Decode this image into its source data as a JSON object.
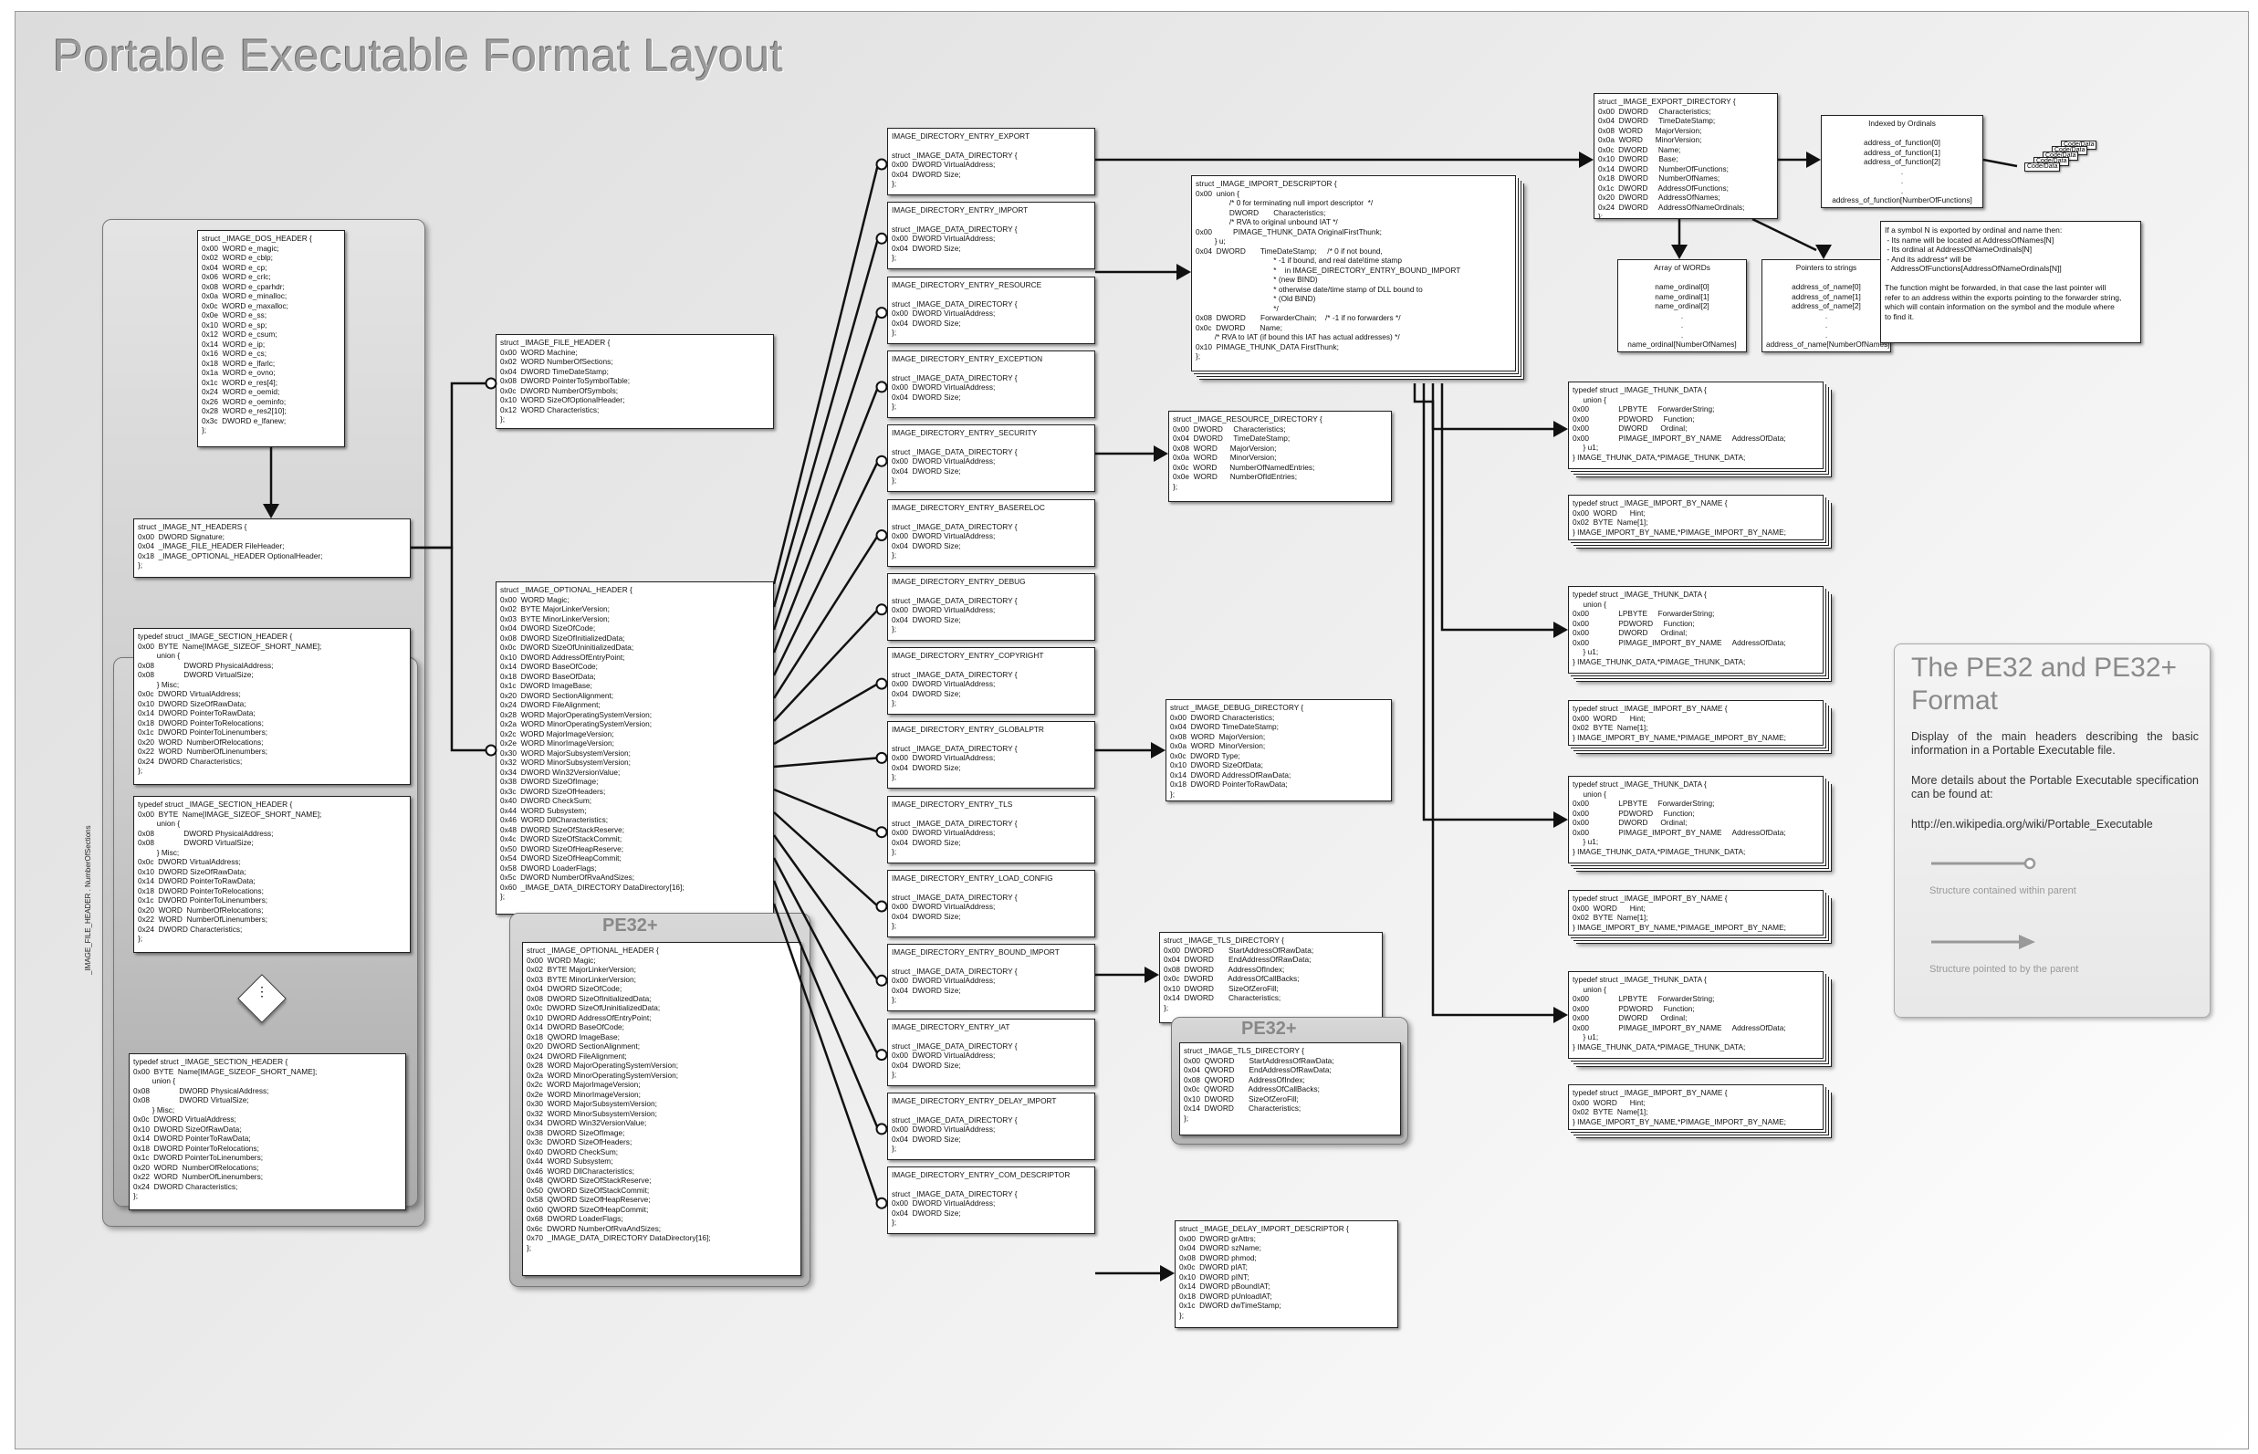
{
  "title": "Portable Executable Format Layout",
  "labels": {
    "pe32plus": "PE32+",
    "section_count": "_IMAGE_FILE_HEADER . NumberOfSections",
    "ellipsis": "⋮"
  },
  "legend": {
    "title": "The PE32 and PE32+\nFormat",
    "p1": "Display of the main headers describing the basic information in a Portable Executable file.",
    "p2": "More details about the Portable Executable specification can be found at:",
    "url": "http://en.wikipedia.org/wiki/Portable_Executable",
    "contained": "Structure contained within parent",
    "pointed": "Structure pointed to by the parent"
  },
  "structs": {
    "dos_header": "struct _IMAGE_DOS_HEADER {\n0x00  WORD e_magic;\n0x02  WORD e_cblp;\n0x04  WORD e_cp;\n0x06  WORD e_crlc;\n0x08  WORD e_cparhdr;\n0x0a  WORD e_minalloc;\n0x0c  WORD e_maxalloc;\n0x0e  WORD e_ss;\n0x10  WORD e_sp;\n0x12  WORD e_csum;\n0x14  WORD e_ip;\n0x16  WORD e_cs;\n0x18  WORD e_lfarlc;\n0x1a  WORD e_ovno;\n0x1c  WORD e_res[4];\n0x24  WORD e_oemid;\n0x26  WORD e_oeminfo;\n0x28  WORD e_res2[10];\n0x3c  DWORD e_lfanew;\n};",
    "nt_headers": "struct _IMAGE_NT_HEADERS {\n0x00  DWORD Signature;\n0x04  _IMAGE_FILE_HEADER FileHeader;\n0x18  _IMAGE_OPTIONAL_HEADER OptionalHeader;\n};",
    "file_header": "struct _IMAGE_FILE_HEADER {\n0x00  WORD Machine;\n0x02  WORD NumberOfSections;\n0x04  DWORD TimeDateStamp;\n0x08  DWORD PointerToSymbolTable;\n0x0c  DWORD NumberOfSymbols;\n0x10  WORD SizeOfOptionalHeader;\n0x12  WORD Characteristics;\n};",
    "section_header": "typedef struct _IMAGE_SECTION_HEADER {\n0x00  BYTE  Name[IMAGE_SIZEOF_SHORT_NAME];\n         union {\n0x08              DWORD PhysicalAddress;\n0x08              DWORD VirtualSize;\n         } Misc;\n0x0c  DWORD VirtualAddress;\n0x10  DWORD SizeOfRawData;\n0x14  DWORD PointerToRawData;\n0x18  DWORD PointerToRelocations;\n0x1c  DWORD PointerToLinenumbers;\n0x20  WORD  NumberOfRelocations;\n0x22  WORD  NumberOfLinenumbers;\n0x24  DWORD Characteristics;\n};",
    "optional_header": "struct _IMAGE_OPTIONAL_HEADER {\n0x00  WORD Magic;\n0x02  BYTE MajorLinkerVersion;\n0x03  BYTE MinorLinkerVersion;\n0x04  DWORD SizeOfCode;\n0x08  DWORD SizeOfInitializedData;\n0x0c  DWORD SizeOfUninitializedData;\n0x10  DWORD AddressOfEntryPoint;\n0x14  DWORD BaseOfCode;\n0x18  DWORD BaseOfData;\n0x1c  DWORD ImageBase;\n0x20  DWORD SectionAlignment;\n0x24  DWORD FileAlignment;\n0x28  WORD MajorOperatingSystemVersion;\n0x2a  WORD MinorOperatingSystemVersion;\n0x2c  WORD MajorImageVersion;\n0x2e  WORD MinorImageVersion;\n0x30  WORD MajorSubsystemVersion;\n0x32  WORD MinorSubsystemVersion;\n0x34  DWORD Win32VersionValue;\n0x38  DWORD SizeOfImage;\n0x3c  DWORD SizeOfHeaders;\n0x40  DWORD CheckSum;\n0x44  WORD Subsystem;\n0x46  WORD DllCharacteristics;\n0x48  DWORD SizeOfStackReserve;\n0x4c  DWORD SizeOfStackCommit;\n0x50  DWORD SizeOfHeapReserve;\n0x54  DWORD SizeOfHeapCommit;\n0x58  DWORD LoaderFlags;\n0x5c  DWORD NumberOfRvaAndSizes;\n0x60  _IMAGE_DATA_DIRECTORY DataDirectory[16];\n};",
    "optional_header64": "struct _IMAGE_OPTIONAL_HEADER {\n0x00  WORD Magic;\n0x02  BYTE MajorLinkerVersion;\n0x03  BYTE MinorLinkerVersion;\n0x04  DWORD SizeOfCode;\n0x08  DWORD SizeOfInitializedData;\n0x0c  DWORD SizeOfUninitializedData;\n0x10  DWORD AddressOfEntryPoint;\n0x14  DWORD BaseOfCode;\n0x18  QWORD ImageBase;\n0x20  DWORD SectionAlignment;\n0x24  DWORD FileAlignment;\n0x28  WORD MajorOperatingSystemVersion;\n0x2a  WORD MinorOperatingSystemVersion;\n0x2c  WORD MajorImageVersion;\n0x2e  WORD MinorImageVersion;\n0x30  WORD MajorSubsystemVersion;\n0x32  WORD MinorSubsystemVersion;\n0x34  DWORD Win32VersionValue;\n0x38  DWORD SizeOfImage;\n0x3c  DWORD SizeOfHeaders;\n0x40  DWORD CheckSum;\n0x44  WORD Subsystem;\n0x46  WORD DllCharacteristics;\n0x48  QWORD SizeOfStackReserve;\n0x50  QWORD SizeOfStackCommit;\n0x58  QWORD SizeOfHeapReserve;\n0x60  QWORD SizeOfHeapCommit;\n0x68  DWORD LoaderFlags;\n0x6c  DWORD NumberOfRvaAndSizes;\n0x70  _IMAGE_DATA_DIRECTORY DataDirectory[16];\n};",
    "dir_body": "struct _IMAGE_DATA_DIRECTORY {\n0x00  DWORD VirtualAddress;\n0x04  DWORD Size;\n};",
    "import_descriptor": "struct _IMAGE_IMPORT_DESCRIPTOR {\n0x00  union {\n                /* 0 for terminating null import descriptor  */\n                DWORD       Characteristics;\n                /* RVA to original unbound IAT */\n0x00          PIMAGE_THUNK_DATA OriginalFirstThunk;\n         } u;\n0x04  DWORD       TimeDateStamp;     /* 0 if not bound,\n                                     * -1 if bound, and real date\\time stamp\n                                     *    in IMAGE_DIRECTORY_ENTRY_BOUND_IMPORT\n                                     * (new BIND)\n                                     * otherwise date/time stamp of DLL bound to\n                                     * (Old BIND)\n                                     */\n0x08  DWORD       ForwarderChain;    /* -1 if no forwarders */\n0x0c  DWORD       Name;\n         /* RVA to IAT (if bound this IAT has actual addresses) */\n0x10  PIMAGE_THUNK_DATA FirstThunk;\n};",
    "export_directory": "struct _IMAGE_EXPORT_DIRECTORY {\n0x00  DWORD     Characteristics;\n0x04  DWORD     TimeDateStamp;\n0x08  WORD      MajorVersion;\n0x0a  WORD      MinorVersion;\n0x0c  DWORD     Name;\n0x10  DWORD     Base;\n0x14  DWORD     NumberOfFunctions;\n0x18  DWORD     NumberOfNames;\n0x1c  DWORD     AddressOfFunctions;\n0x20  DWORD     AddressOfNames;\n0x24  DWORD     AddressOfNameOrdinals;\n};",
    "functions_array": "Indexed by Ordinals\n\naddress_of_function[0]\naddress_of_function[1]\naddress_of_function[2]\n.\n.\n.\naddress_of_function[NumberOfFunctions]",
    "ordinals_array": "Array of WORDs\n\nname_ordinal[0]\nname_ordinal[1]\nname_ordinal[2]\n.\n.\n.\nname_ordinal[NumberOfNames]",
    "names_array": "Pointers to strings\n\naddress_of_name[0]\naddress_of_name[1]\naddress_of_name[2]\n.\n.\n.\naddress_of_name[NumberOfNames]",
    "export_note": "If a symbol N is exported by ordinal and name then:\n - Its name will be located at AddressOfNames[N]\n - Its ordinal at AddressOfNameOrdinals[N]\n - And its address* will be\n   AddressOfFunctions[AddressOfNameOrdinals[N]]\n\nThe function might be forwarded, in that case the last pointer will\nrefer to an address within the exports pointing to the forwarder string,\nwhich will contain information on the symbol and the module where\nto find it.",
    "code_data": "Code/Data",
    "thunk_data": "typedef struct _IMAGE_THUNK_DATA {\n     union {\n0x00              LPBYTE     ForwarderString;\n0x00              PDWORD     Function;\n0x00              DWORD      Ordinal;\n0x00              PIMAGE_IMPORT_BY_NAME     AddressOfData;\n     } u1;\n} IMAGE_THUNK_DATA,*PIMAGE_THUNK_DATA;",
    "import_by_name": "typedef struct _IMAGE_IMPORT_BY_NAME {\n0x00  WORD      Hint;\n0x02  BYTE  Name[1];\n} IMAGE_IMPORT_BY_NAME,*PIMAGE_IMPORT_BY_NAME;",
    "resource_directory": "struct _IMAGE_RESOURCE_DIRECTORY {\n0x00  DWORD     Characteristics;\n0x04  DWORD     TimeDateStamp;\n0x08  WORD      MajorVersion;\n0x0a  WORD      MinorVersion;\n0x0c  WORD      NumberOfNamedEntries;\n0x0e  WORD      NumberOfIdEntries;\n};",
    "debug_directory": "struct _IMAGE_DEBUG_DIRECTORY {\n0x00  DWORD Characteristics;\n0x04  DWORD TimeDateStamp;\n0x08  WORD  MajorVersion;\n0x0a  WORD  MinorVersion;\n0x0c  DWORD Type;\n0x10  DWORD SizeOfData;\n0x14  DWORD AddressOfRawData;\n0x18  DWORD PointerToRawData;\n};",
    "tls_directory": "struct _IMAGE_TLS_DIRECTORY {\n0x00  DWORD       StartAddressOfRawData;\n0x04  DWORD       EndAddressOfRawData;\n0x08  DWORD       AddressOfIndex;\n0x0c  DWORD       AddressOfCallBacks;\n0x10  DWORD       SizeOfZeroFill;\n0x14  DWORD       Characteristics;\n};",
    "tls_directory64": "struct _IMAGE_TLS_DIRECTORY {\n0x00  QWORD       StartAddressOfRawData;\n0x04  QWORD       EndAddressOfRawData;\n0x08  QWORD       AddressOfIndex;\n0x0c  QWORD       AddressOfCallBacks;\n0x10  DWORD       SizeOfZeroFill;\n0x14  DWORD       Characteristics;\n};",
    "delay_import": "struct _IMAGE_DELAY_IMPORT_DESCRIPTOR {\n0x00  DWORD grAttrs;\n0x04  DWORD szName;\n0x08  DWORD phmod;\n0x0c  DWORD pIAT;\n0x10  DWORD pINT;\n0x14  DWORD pBoundIAT;\n0x18  DWORD pUnloadIAT;\n0x1c  DWORD dwTimeStamp;\n};"
  },
  "directories": [
    "IMAGE_DIRECTORY_ENTRY_EXPORT",
    "IMAGE_DIRECTORY_ENTRY_IMPORT",
    "IMAGE_DIRECTORY_ENTRY_RESOURCE",
    "IMAGE_DIRECTORY_ENTRY_EXCEPTION",
    "IMAGE_DIRECTORY_ENTRY_SECURITY",
    "IMAGE_DIRECTORY_ENTRY_BASERELOC",
    "IMAGE_DIRECTORY_ENTRY_DEBUG",
    "IMAGE_DIRECTORY_ENTRY_COPYRIGHT",
    "IMAGE_DIRECTORY_ENTRY_GLOBALPTR",
    "IMAGE_DIRECTORY_ENTRY_TLS",
    "IMAGE_DIRECTORY_ENTRY_LOAD_CONFIG",
    "IMAGE_DIRECTORY_ENTRY_BOUND_IMPORT",
    "IMAGE_DIRECTORY_ENTRY_IAT",
    "IMAGE_DIRECTORY_ENTRY_DELAY_IMPORT",
    "IMAGE_DIRECTORY_ENTRY_COM_DESCRIPTOR"
  ]
}
